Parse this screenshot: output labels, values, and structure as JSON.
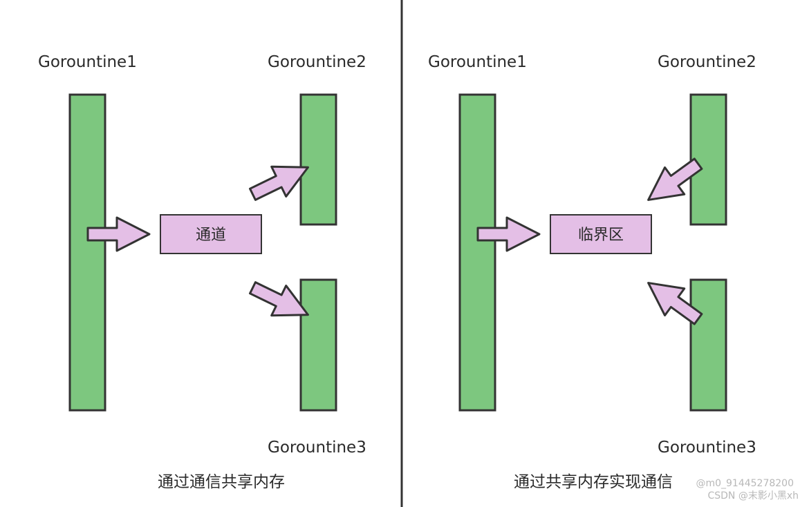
{
  "colors": {
    "goroutine_fill": "#7dc77f",
    "box_fill": "#e4bfe6",
    "arrow_fill": "#e4bfe6",
    "outline": "#333333",
    "divider": "#333333"
  },
  "left_panel": {
    "goroutine1_label": "Gorountine1",
    "goroutine2_label": "Gorountine2",
    "goroutine3_label": "Gorountine3",
    "box_label": "通道",
    "caption": "通过通信共享内存"
  },
  "right_panel": {
    "goroutine1_label": "Gorountine1",
    "goroutine2_label": "Gorountine2",
    "goroutine3_label": "Gorountine3",
    "box_label": "临界区",
    "caption": "通过共享内存实现通信"
  },
  "watermark": {
    "line1": "@m0_91445278200",
    "line2": "CSDN @末影小黑xh"
  }
}
